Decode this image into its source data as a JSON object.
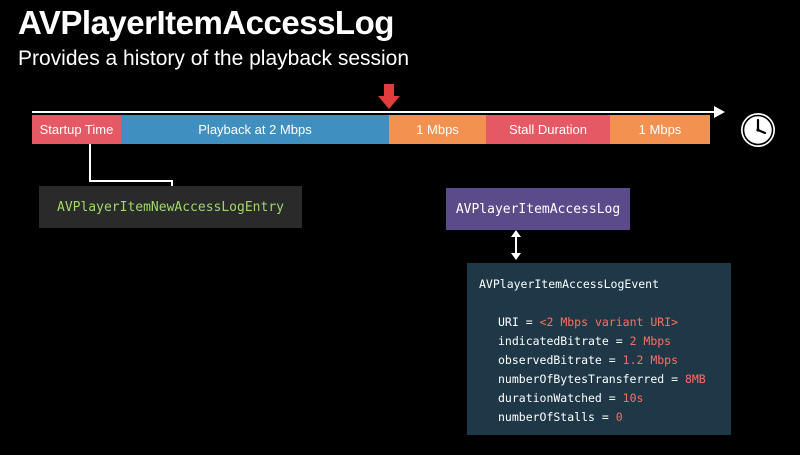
{
  "title": "AVPlayerItemAccessLog",
  "subtitle": "Provides a history of the playback session",
  "colors": {
    "startup": "#e45964",
    "playback": "#3f8fc0",
    "bitrate": "#f39150",
    "stall": "#e45964",
    "marker": "#e23c3c",
    "log_box": "#5b4b8a",
    "event_box": "#1e3847",
    "entry_box": "#2a2a2a",
    "green_text": "#9fd86a",
    "value_text": "#ff6e63"
  },
  "timeline": {
    "segments": [
      {
        "label": "Startup Time",
        "color": "#e45964"
      },
      {
        "label": "Playback at 2 Mbps",
        "color": "#3f8fc0"
      },
      {
        "label": "1 Mbps",
        "color": "#f39150"
      },
      {
        "label": "Stall Duration",
        "color": "#e45964"
      },
      {
        "label": "1 Mbps",
        "color": "#f39150"
      }
    ],
    "marker_icon": "down-arrow-icon",
    "end_icon": "clock-icon"
  },
  "entry_box": {
    "label": "AVPlayerItemNewAccessLogEntry"
  },
  "log_box": {
    "label": "AVPlayerItemAccessLog"
  },
  "event_box": {
    "title": "AVPlayerItemAccessLogEvent",
    "properties": [
      {
        "key": "URI",
        "value": "<2 Mbps variant URI>"
      },
      {
        "key": "indicatedBitrate",
        "value": "2 Mbps"
      },
      {
        "key": "observedBitrate",
        "value": "1.2 Mbps"
      },
      {
        "key": "numberOfBytesTransferred",
        "value": "8MB"
      },
      {
        "key": "durationWatched",
        "value": "10s"
      },
      {
        "key": "numberOfStalls",
        "value": "0"
      }
    ]
  }
}
